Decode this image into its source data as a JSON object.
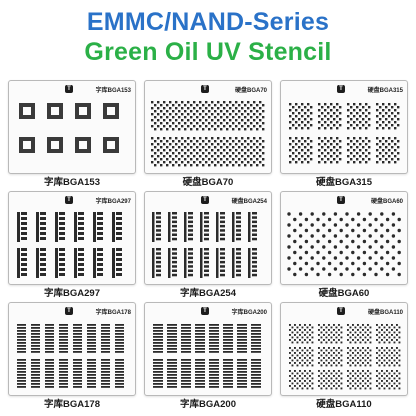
{
  "header": {
    "line1": "EMMC/NAND-Series",
    "line2": "Green Oil UV Stencil",
    "colors": {
      "line1": "#2a72c8",
      "line2": "#2bb047"
    }
  },
  "stencils": [
    {
      "caption": "字库BGA153",
      "model": "字库BGA153",
      "pattern": "squares"
    },
    {
      "caption": "硬盘BGA70",
      "model": "硬盘BGA70",
      "pattern": "checker-dense"
    },
    {
      "caption": "硬盘BGA315",
      "model": "硬盘BGA315",
      "pattern": "checker-grid"
    },
    {
      "caption": "字库BGA297",
      "model": "字库BGA297",
      "pattern": "combs"
    },
    {
      "caption": "字库BGA254",
      "model": "硬盘BGA254",
      "pattern": "combs-mixed"
    },
    {
      "caption": "硬盘BGA60",
      "model": "硬盘BGA60",
      "pattern": "dots"
    },
    {
      "caption": "字库BGA178",
      "model": "字库BGA178",
      "pattern": "columns"
    },
    {
      "caption": "字库BGA200",
      "model": "字库BGA200",
      "pattern": "columns-wide"
    },
    {
      "caption": "硬盘BGA110",
      "model": "硬盘BGA110",
      "pattern": "checker-blocks"
    }
  ]
}
